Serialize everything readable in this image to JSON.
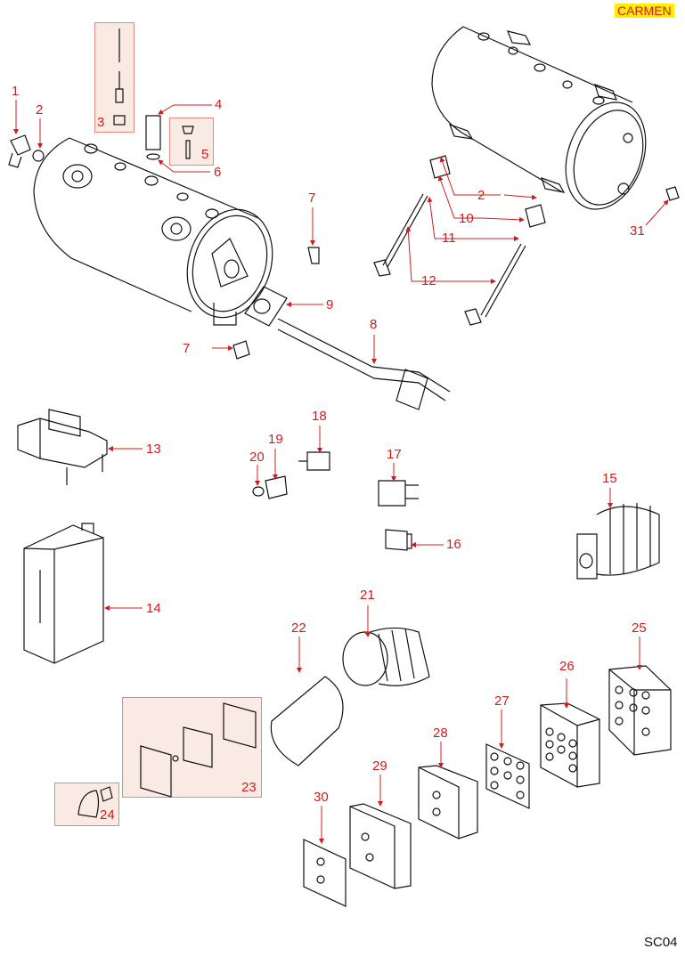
{
  "header": {
    "model_badge": "CARMEN"
  },
  "footer": {
    "sheet_code": "SC04"
  },
  "colors": {
    "callout": "#d01c1c",
    "badge_bg": "#ffee00",
    "group_box_fill": "#f9ebe3",
    "group_box_border": "#e08a80",
    "line": "#111111"
  },
  "callouts": [
    {
      "id": "1",
      "label": "1"
    },
    {
      "id": "2a",
      "label": "2"
    },
    {
      "id": "3",
      "label": "3"
    },
    {
      "id": "4",
      "label": "4"
    },
    {
      "id": "5",
      "label": "5"
    },
    {
      "id": "6",
      "label": "6"
    },
    {
      "id": "7a",
      "label": "7"
    },
    {
      "id": "7b",
      "label": "7"
    },
    {
      "id": "8",
      "label": "8"
    },
    {
      "id": "9",
      "label": "9"
    },
    {
      "id": "2b",
      "label": "2"
    },
    {
      "id": "10",
      "label": "10"
    },
    {
      "id": "11",
      "label": "11"
    },
    {
      "id": "12",
      "label": "12"
    },
    {
      "id": "31",
      "label": "31"
    },
    {
      "id": "13",
      "label": "13"
    },
    {
      "id": "18",
      "label": "18"
    },
    {
      "id": "19",
      "label": "19"
    },
    {
      "id": "20",
      "label": "20"
    },
    {
      "id": "17",
      "label": "17"
    },
    {
      "id": "16",
      "label": "16"
    },
    {
      "id": "15",
      "label": "15"
    },
    {
      "id": "14",
      "label": "14"
    },
    {
      "id": "21",
      "label": "21"
    },
    {
      "id": "22",
      "label": "22"
    },
    {
      "id": "25",
      "label": "25"
    },
    {
      "id": "26",
      "label": "26"
    },
    {
      "id": "27",
      "label": "27"
    },
    {
      "id": "28",
      "label": "28"
    },
    {
      "id": "29",
      "label": "29"
    },
    {
      "id": "30",
      "label": "30"
    },
    {
      "id": "23",
      "label": "23"
    },
    {
      "id": "24",
      "label": "24"
    }
  ]
}
